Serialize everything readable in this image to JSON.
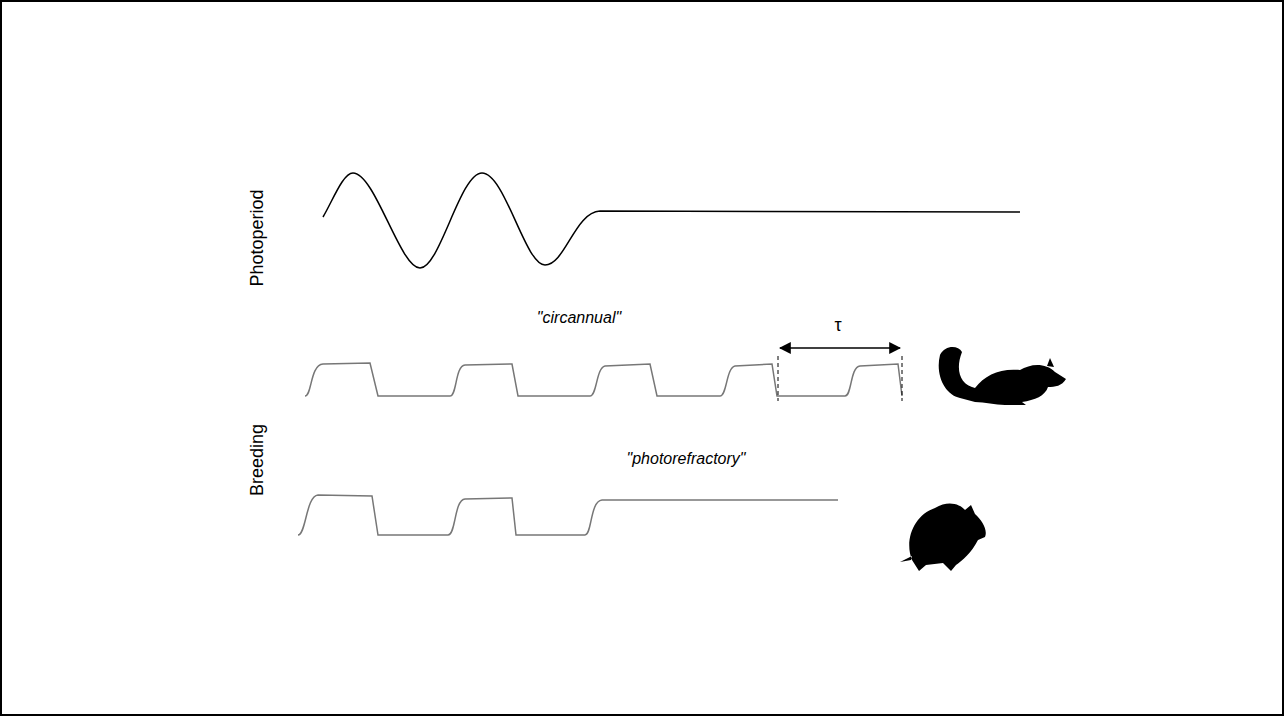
{
  "diagram": {
    "labels": [
      "Photoperiod",
      "Breeding",
      "\"circannual\"",
      "τ",
      "\"photorefractory\""
    ]
  }
}
